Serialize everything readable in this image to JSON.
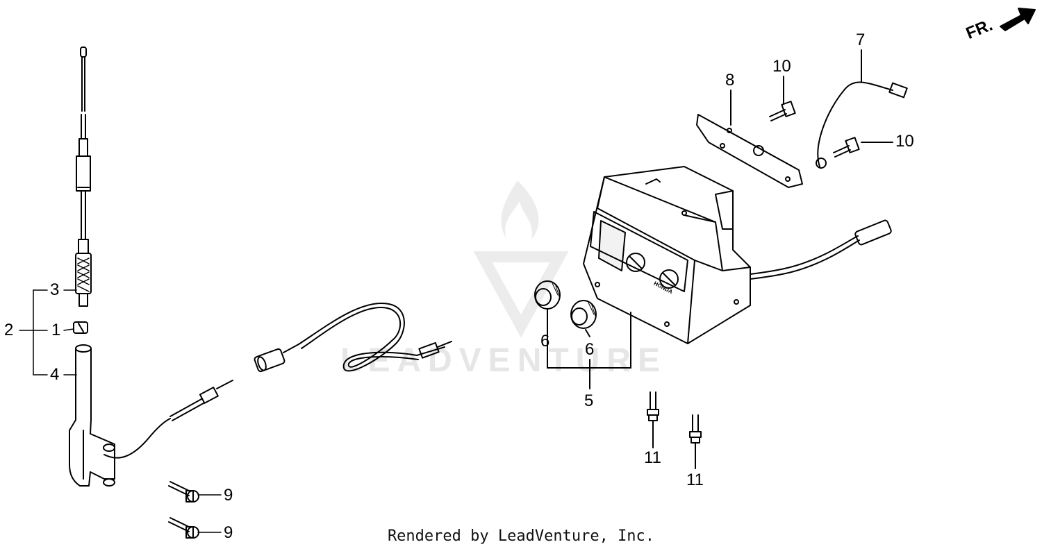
{
  "diagram": {
    "direction_indicator": "FR.",
    "watermark": "LEADVENTURE",
    "credit": "Rendered by LeadVenture, Inc.",
    "callouts": {
      "c1": "1",
      "c2": "2",
      "c3": "3",
      "c4": "4",
      "c5": "5",
      "c6a": "6",
      "c6b": "6",
      "c7": "7",
      "c8": "8",
      "c9a": "9",
      "c9b": "9",
      "c10a": "10",
      "c10b": "10",
      "c11a": "11",
      "c11b": "11"
    },
    "radio_brand": "HONDA"
  }
}
